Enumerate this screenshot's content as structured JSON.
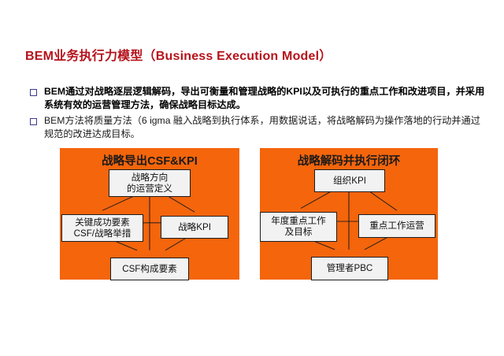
{
  "slide": {
    "title": "BEM业务执行力模型（Business Execution Model）",
    "title_color": "#B5121B",
    "background": "#ffffff"
  },
  "bullets": [
    {
      "marker": "hollow-square",
      "emphasis": "bold",
      "text": "BEM通过对战略逐层逻辑解码，导出可衡量和管理战略的KPI以及可执行的重点工作和改进项目，并采用系统有效的运营管理方法，确保战略目标达成。"
    },
    {
      "marker": "hollow-square",
      "emphasis": "normal",
      "text": "BEM方法将质量方法（6  igma   融入战略到执行体系，用数据说话，将战略解码为操作落地的行动并通过规范的改进达成目标。"
    }
  ],
  "panels": {
    "accent_color": "#F4650C",
    "node_fill": "#F2F2F2",
    "node_border": "#1c1c1c",
    "left": {
      "heading": "战略导出CSF&KPI",
      "nodes": {
        "top": "战略方向\n的运营定义",
        "left": "关键成功要素\nCSF/战略举措",
        "right": "战略KPI",
        "bottom": "CSF构成要素"
      }
    },
    "right": {
      "heading": "战略解码并执行闭环",
      "nodes": {
        "top": "组织KPI",
        "left": "年度重点工作\n及目标",
        "right": "重点工作运营",
        "bottom": "管理者PBC"
      }
    }
  }
}
